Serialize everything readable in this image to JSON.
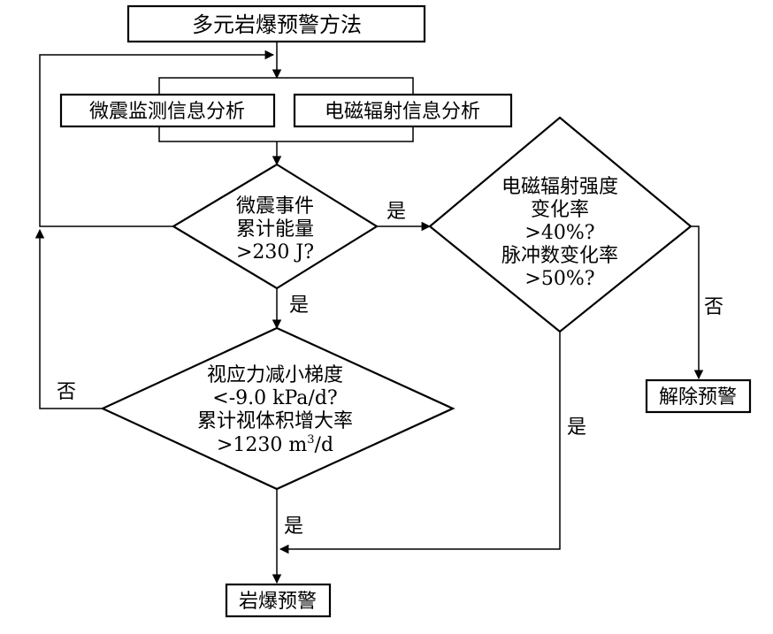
{
  "title": "多元岩爆预警方法",
  "microseismic_analysis": "微震监测信息分析",
  "em_analysis": "电磁辐射信息分析",
  "decision_energy": {
    "line1": "微震事件",
    "line2": "累计能量",
    "line3": ">230 J?"
  },
  "decision_em": {
    "line1": "电磁辐射强度",
    "line2": "变化率",
    "line3": ">40%?",
    "line4": "脉冲数变化率",
    "line5": ">50%?"
  },
  "decision_stress": {
    "line1": "视应力减小梯度",
    "line2": "<-9.0 kPa/d?",
    "line3": "累计视体积增大率",
    "line4_prefix": ">1230 m",
    "line4_sup": "3",
    "line4_suffix": "/d"
  },
  "release_warning": "解除预警",
  "rockburst_warning": "岩爆预警",
  "labels": {
    "yes": "是",
    "no": "否"
  }
}
